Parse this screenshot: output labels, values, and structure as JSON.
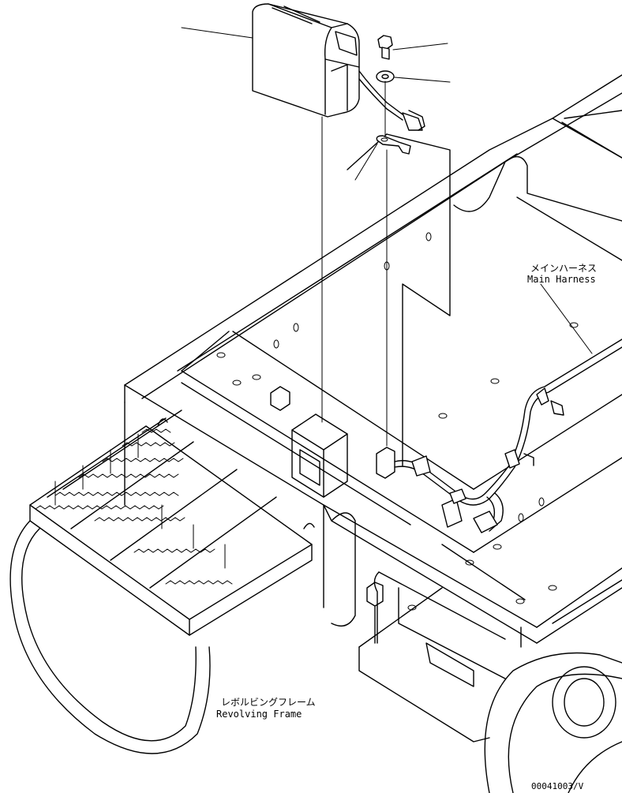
{
  "labels": {
    "main_harness_jp": "メインハーネス",
    "main_harness_en": "Main Harness",
    "revolving_frame_jp": "レボルビングフレーム",
    "revolving_frame_en": "Revolving Frame",
    "drawing_code": "00041003/V"
  },
  "parts": [
    {
      "name": "lamp",
      "icon": "lamp-housing"
    },
    {
      "name": "bolt",
      "icon": "bolt"
    },
    {
      "name": "washer",
      "icon": "washer"
    },
    {
      "name": "bracket",
      "icon": "ground-bracket"
    }
  ]
}
